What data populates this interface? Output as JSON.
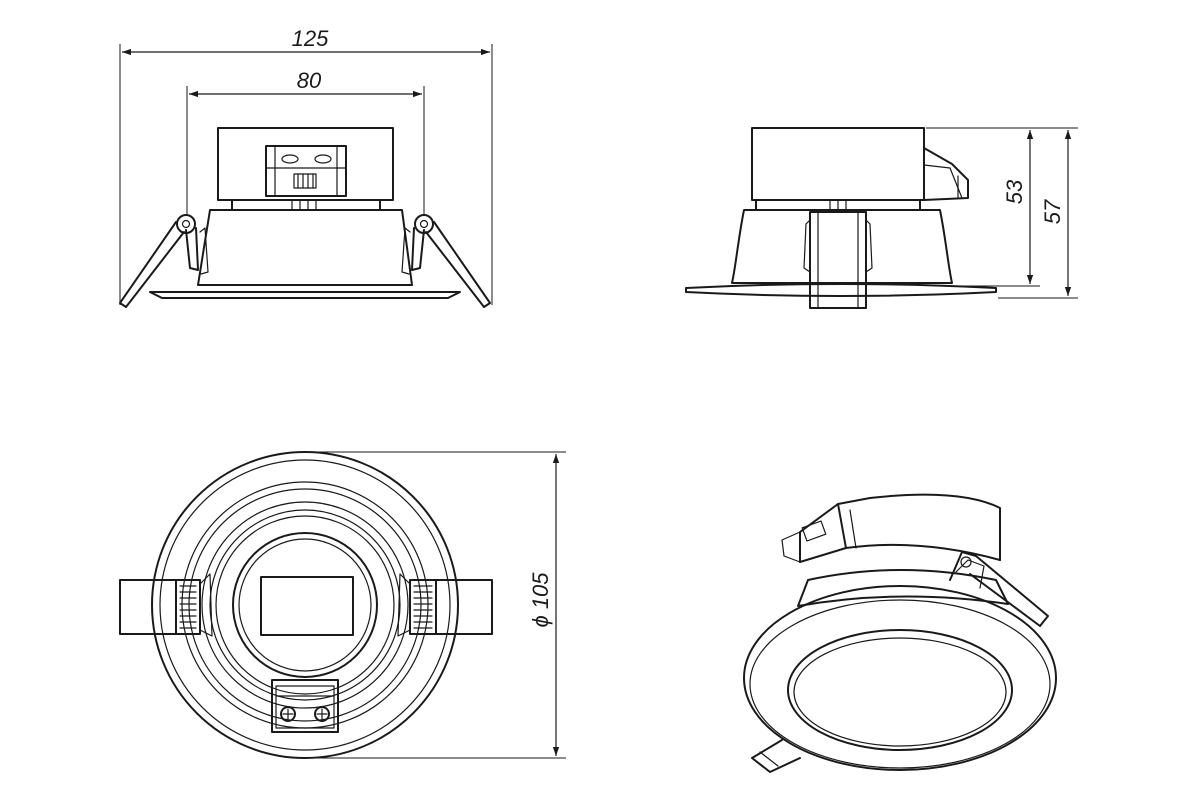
{
  "dimensions": {
    "overall_width": "125",
    "mounting_width": "80",
    "body_height": "53",
    "total_height": "57",
    "diameter": "ϕ 105"
  },
  "colors": {
    "line": "#1a1a1a",
    "background": "#ffffff"
  }
}
